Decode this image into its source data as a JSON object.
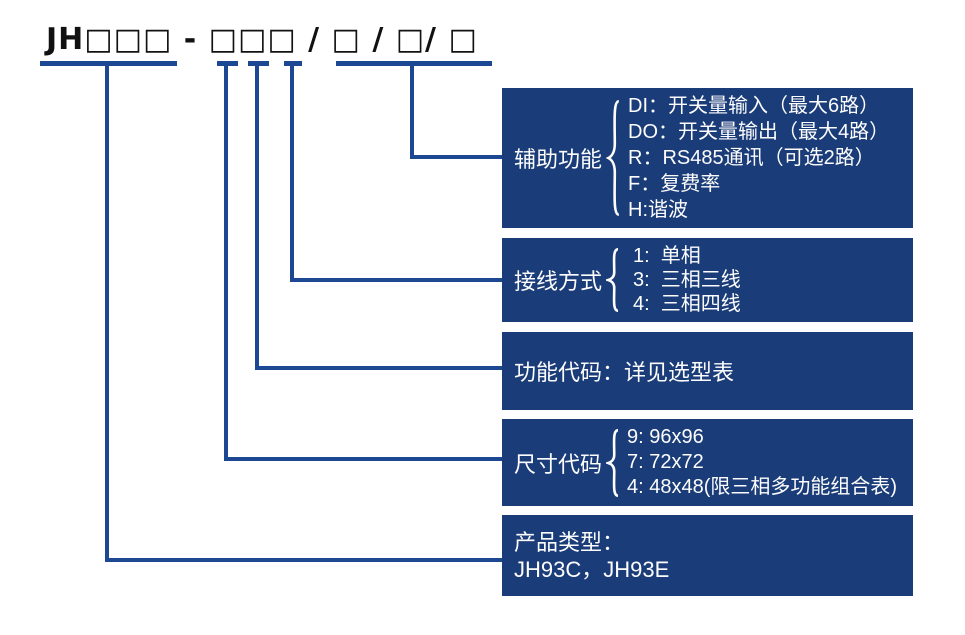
{
  "title": "JH□□□ - □□□ / □ / □/ □",
  "colors": {
    "box_background": "#1a3c78",
    "connector_line": "#1b4793",
    "box_text": "#fdfdfd",
    "title_text": "#111111"
  },
  "boxes": {
    "aux_functions": {
      "label": "辅助功能",
      "items": [
        "DI：开关量输入（最大6路）",
        "DO：开关量输出（最大4路）",
        "R：RS485通讯（可选2路）",
        "F：复费率",
        "H:谐波"
      ]
    },
    "wiring_mode": {
      "label": "接线方式",
      "items": [
        "1:  单相",
        "3:  三相三线",
        "4:  三相四线"
      ]
    },
    "function_code": {
      "text": "功能代码：详见选型表"
    },
    "size_code": {
      "label": "尺寸代码",
      "items": [
        "9: 96x96",
        "7: 72x72",
        "4: 48x48(限三相多功能组合表)"
      ]
    },
    "product_type": {
      "lines": [
        "产品类型：",
        "JH93C，JH93E"
      ]
    }
  }
}
